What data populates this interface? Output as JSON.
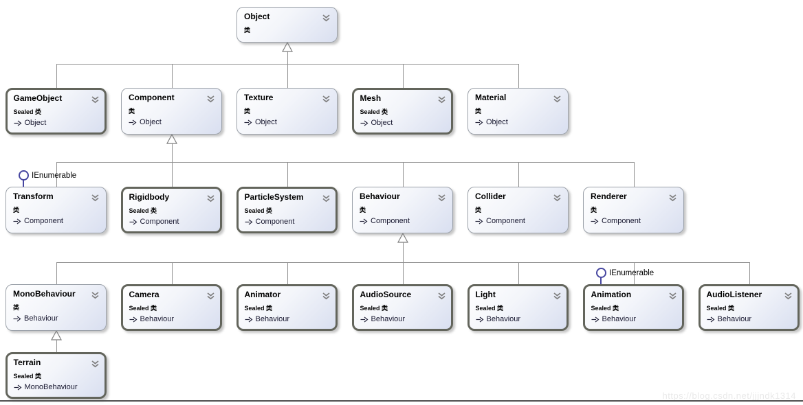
{
  "watermark": "https://blog.csdn.net/jjjndk1314",
  "lollipop_interface": "IEnumerable",
  "colors": {
    "box_fill_top": "#ffffff",
    "box_fill_bottom": "#d9dff0",
    "normal_border": "#9aa0a8",
    "sealed_border": "#63655c",
    "connector_line": "#8f8f8f",
    "lollipop_accent": "#4646a0",
    "watermark_gray": "#e9e9e9"
  },
  "nodes": [
    {
      "name": "Object",
      "modifier": "类",
      "base": "",
      "sealed": false,
      "col": 2,
      "row": 0,
      "lollipop": ""
    },
    {
      "name": "GameObject",
      "modifier": "Sealed 类",
      "base": "Object",
      "sealed": true,
      "col": 0,
      "row": 1,
      "lollipop": ""
    },
    {
      "name": "Component",
      "modifier": "类",
      "base": "Object",
      "sealed": false,
      "col": 1,
      "row": 1,
      "lollipop": ""
    },
    {
      "name": "Texture",
      "modifier": "类",
      "base": "Object",
      "sealed": false,
      "col": 2,
      "row": 1,
      "lollipop": ""
    },
    {
      "name": "Mesh",
      "modifier": "Sealed 类",
      "base": "Object",
      "sealed": true,
      "col": 3,
      "row": 1,
      "lollipop": ""
    },
    {
      "name": "Material",
      "modifier": "类",
      "base": "Object",
      "sealed": false,
      "col": 4,
      "row": 1,
      "lollipop": ""
    },
    {
      "name": "Transform",
      "modifier": "类",
      "base": "Component",
      "sealed": false,
      "col": 0,
      "row": 2,
      "lollipop": "IEnumerable"
    },
    {
      "name": "Rigidbody",
      "modifier": "Sealed 类",
      "base": "Component",
      "sealed": true,
      "col": 1,
      "row": 2,
      "lollipop": ""
    },
    {
      "name": "ParticleSystem",
      "modifier": "Sealed 类",
      "base": "Component",
      "sealed": true,
      "col": 2,
      "row": 2,
      "lollipop": ""
    },
    {
      "name": "Behaviour",
      "modifier": "类",
      "base": "Component",
      "sealed": false,
      "col": 3,
      "row": 2,
      "lollipop": ""
    },
    {
      "name": "Collider",
      "modifier": "类",
      "base": "Component",
      "sealed": false,
      "col": 4,
      "row": 2,
      "lollipop": ""
    },
    {
      "name": "Renderer",
      "modifier": "类",
      "base": "Component",
      "sealed": false,
      "col": 5,
      "row": 2,
      "lollipop": ""
    },
    {
      "name": "MonoBehaviour",
      "modifier": "类",
      "base": "Behaviour",
      "sealed": false,
      "col": 0,
      "row": 3,
      "lollipop": ""
    },
    {
      "name": "Camera",
      "modifier": "Sealed 类",
      "base": "Behaviour",
      "sealed": true,
      "col": 1,
      "row": 3,
      "lollipop": ""
    },
    {
      "name": "Animator",
      "modifier": "Sealed 类",
      "base": "Behaviour",
      "sealed": true,
      "col": 2,
      "row": 3,
      "lollipop": ""
    },
    {
      "name": "AudioSource",
      "modifier": "Sealed 类",
      "base": "Behaviour",
      "sealed": true,
      "col": 3,
      "row": 3,
      "lollipop": ""
    },
    {
      "name": "Light",
      "modifier": "Sealed 类",
      "base": "Behaviour",
      "sealed": true,
      "col": 4,
      "row": 3,
      "lollipop": ""
    },
    {
      "name": "Animation",
      "modifier": "Sealed 类",
      "base": "Behaviour",
      "sealed": true,
      "col": 5,
      "row": 3,
      "lollipop": "IEnumerable"
    },
    {
      "name": "AudioListener",
      "modifier": "Sealed 类",
      "base": "Behaviour",
      "sealed": true,
      "col": 6,
      "row": 3,
      "lollipop": ""
    },
    {
      "name": "Terrain",
      "modifier": "Sealed 类",
      "base": "MonoBehaviour",
      "sealed": true,
      "col": 0,
      "row": 4,
      "lollipop": ""
    }
  ],
  "trees": [
    {
      "parent": "Object",
      "children": [
        "GameObject",
        "Component",
        "Texture",
        "Mesh",
        "Material"
      ]
    },
    {
      "parent": "Component",
      "children": [
        "Transform",
        "Rigidbody",
        "ParticleSystem",
        "Behaviour",
        "Collider",
        "Renderer"
      ]
    },
    {
      "parent": "Behaviour",
      "children": [
        "MonoBehaviour",
        "Camera",
        "Animator",
        "AudioSource",
        "Light",
        "Animation",
        "AudioListener"
      ]
    },
    {
      "parent": "MonoBehaviour",
      "children": [
        "Terrain"
      ]
    }
  ]
}
